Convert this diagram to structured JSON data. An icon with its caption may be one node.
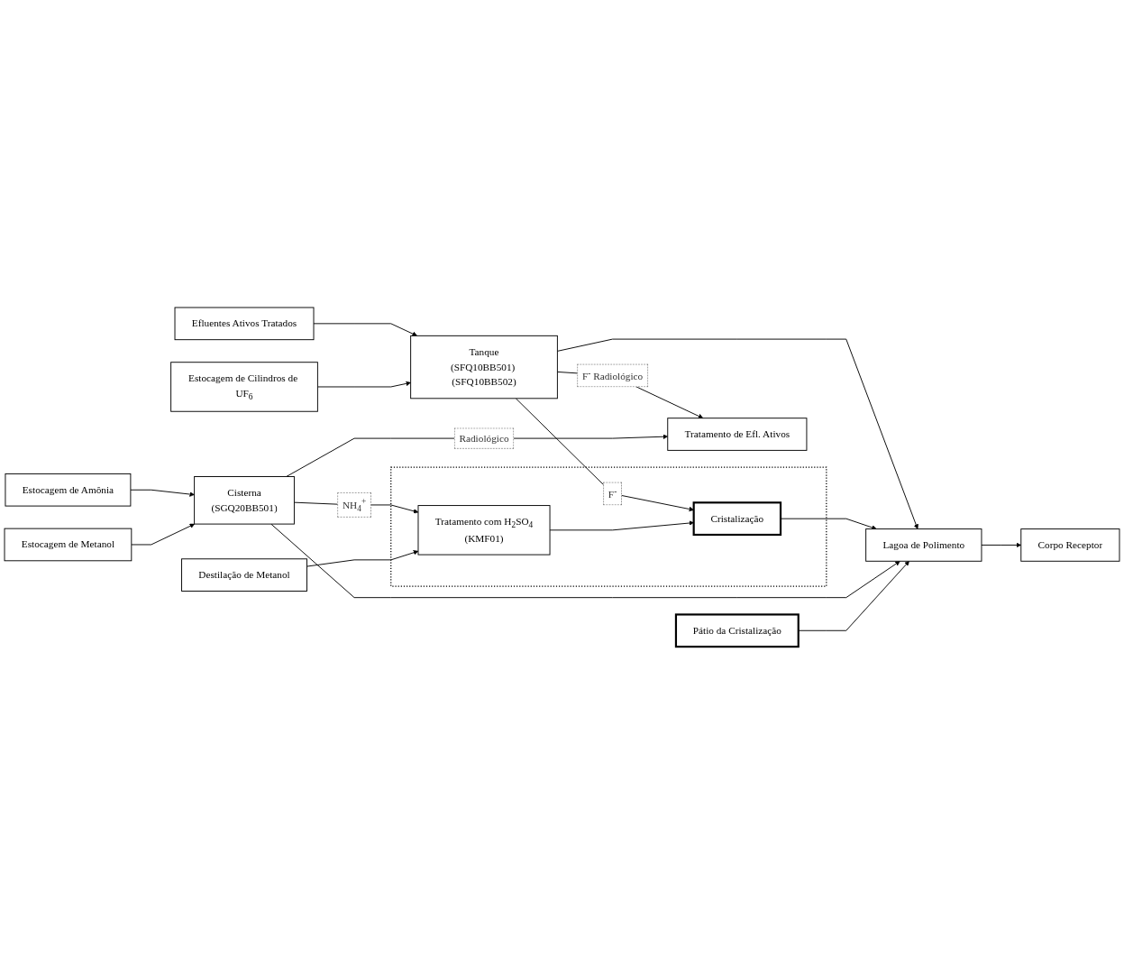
{
  "diagram": {
    "nodes": [
      {
        "text": [
          "Efluentes Ativos Tratados"
        ]
      },
      {
        "text": [
          "Corpo Receptor"
        ]
      },
      {
        "text": [
          "Estocagem de Cilindros de UF$_{6}$"
        ]
      },
      {
        "text": [
          "Tanque",
          "(SFQ10BB501) (SFQ10BB502)"
        ]
      },
      {
        "text": [
          "Lagoa de Polimento"
        ]
      },
      {
        "text": [],
        "shape": "box"
      },
      {
        "text": [
          "Cristalização"
        ],
        "in": 5
      },
      {
        "text": [
          "Tratamento de Efl. Ativos"
        ]
      },
      {
        "text": [
          "Tratamento com H$_{2}$SO$_{4}$",
          "(KMF01)"
        ],
        "in": 5
      },
      {
        "text": [
          "Estocagem de Amônia"
        ]
      },
      {
        "text": [
          "Cisterna",
          "(SGQ20BB501)"
        ]
      },
      {
        "text": [
          "Estocagem de Metanol"
        ]
      },
      {
        "text": [
          "Destilação de Metanol"
        ]
      },
      {
        "text": [
          "Pátio da Cristalização"
        ]
      }
    ],
    "edges": [
      {
        "from": 0,
        "to": 3,
        "arrow": "to"
      },
      {
        "from": 2,
        "to": 3,
        "arrow": "to"
      },
      {
        "from": 3,
        "to": 4,
        "arrow": "to"
      },
      {
        "from": 4,
        "to": 1,
        "arrow": "to"
      },
      {
        "from": 3,
        "to": 7,
        "arrow": "to",
        "label": "F$^{-}$ Radiológico"
      },
      {
        "from": 3,
        "to": 6,
        "arrow": "to",
        "label": "F$^{-}$"
      },
      {
        "from": 6,
        "to": 4,
        "arrow": "to"
      },
      {
        "from": 8,
        "to": 6,
        "arrow": "to"
      },
      {
        "from": 9,
        "to": 10,
        "arrow": "to"
      },
      {
        "from": 11,
        "to": 10,
        "arrow": "to"
      },
      {
        "from": 10,
        "to": 7,
        "arrow": "to",
        "label": "Radiológico"
      },
      {
        "from": 10,
        "to": 8,
        "arrow": "to",
        "label": "NH$_{4}$$^{+}$"
      },
      {
        "from": 10,
        "to": 4,
        "arrow": "to"
      },
      {
        "from": 12,
        "to": 8,
        "arrow": "to"
      },
      {
        "from": 13,
        "to": 4,
        "arrow": "to"
      }
    ]
  }
}
